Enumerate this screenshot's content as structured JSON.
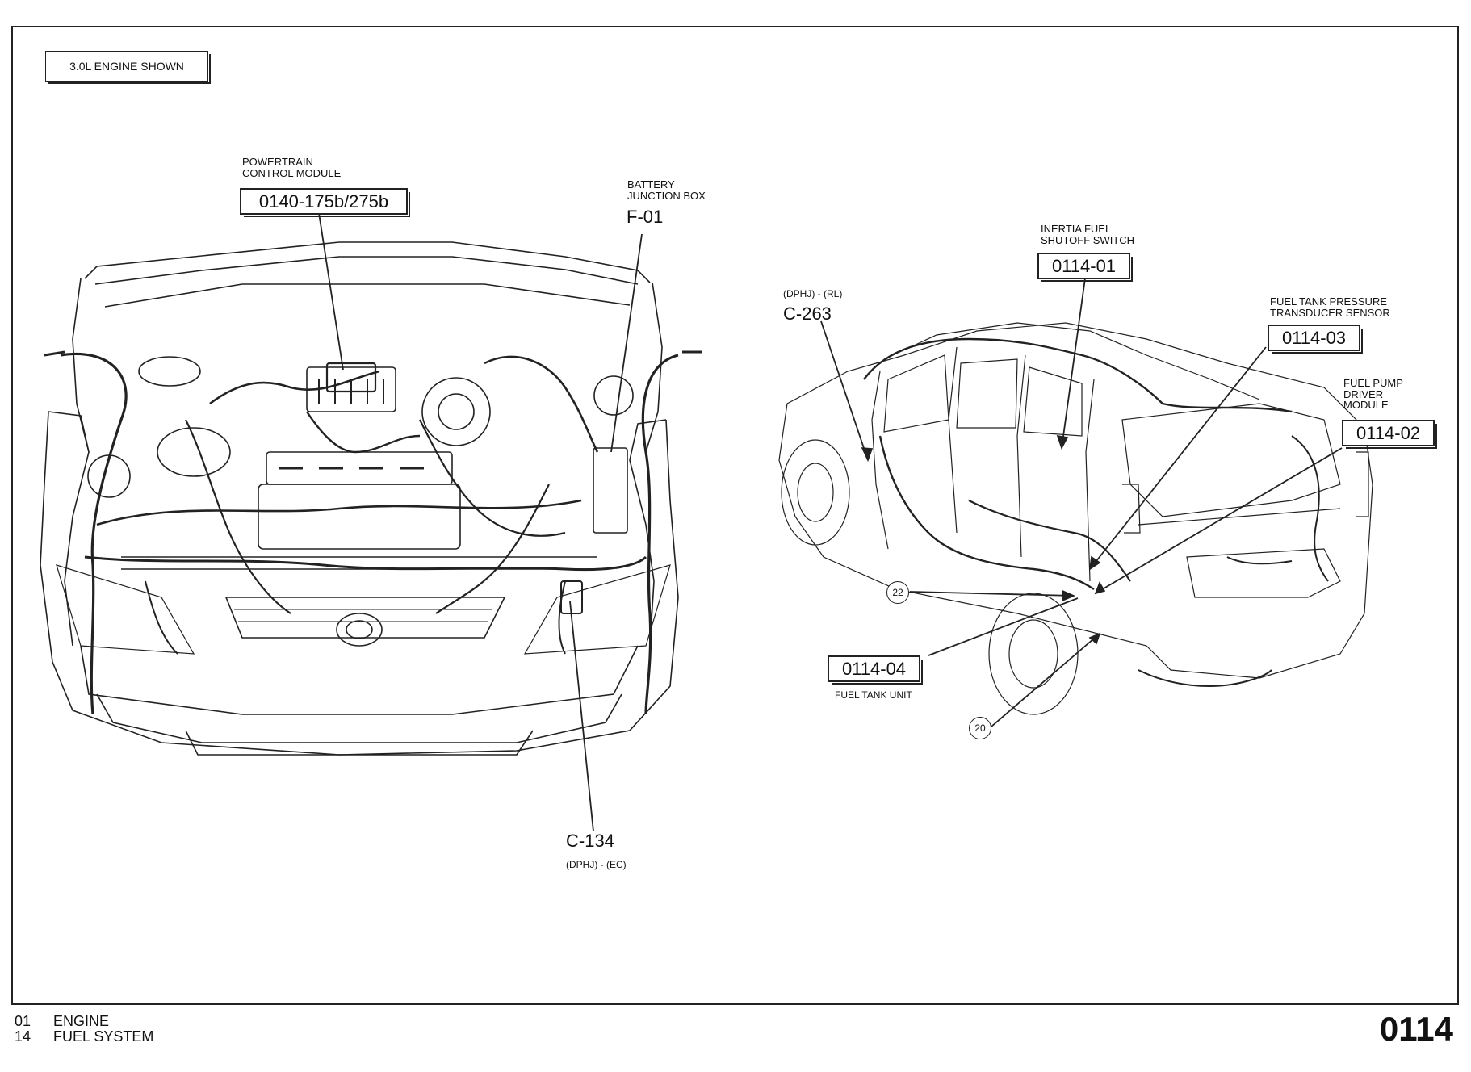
{
  "header_box": "3.0L ENGINE SHOWN",
  "labels": {
    "pcm_title": [
      "POWERTRAIN",
      "CONTROL MODULE"
    ],
    "pcm_code": "0140-175b/275b",
    "bjb_title": [
      "BATTERY",
      "JUNCTION BOX"
    ],
    "bjb_code": "F-01",
    "c134_code": "C-134",
    "c134_sub": "(DPHJ) - (EC)",
    "c263_sub": "(DPHJ) - (RL)",
    "c263_code": "C-263",
    "inertia_title": [
      "INERTIA FUEL",
      "SHUTOFF SWITCH"
    ],
    "inertia_code": "0114-01",
    "ftp_title": [
      "FUEL TANK PRESSURE",
      "TRANSDUCER SENSOR"
    ],
    "ftp_code": "0114-03",
    "fpdm_title": [
      "FUEL PUMP",
      "DRIVER",
      "MODULE"
    ],
    "fpdm_code": "0114-02",
    "ftu_code": "0114-04",
    "ftu_title": "FUEL TANK UNIT",
    "callout_22": "22",
    "callout_20": "20"
  },
  "footer": {
    "rows": [
      {
        "num": "01",
        "text": "ENGINE"
      },
      {
        "num": "14",
        "text": "FUEL SYSTEM"
      }
    ],
    "page_number": "0114"
  }
}
